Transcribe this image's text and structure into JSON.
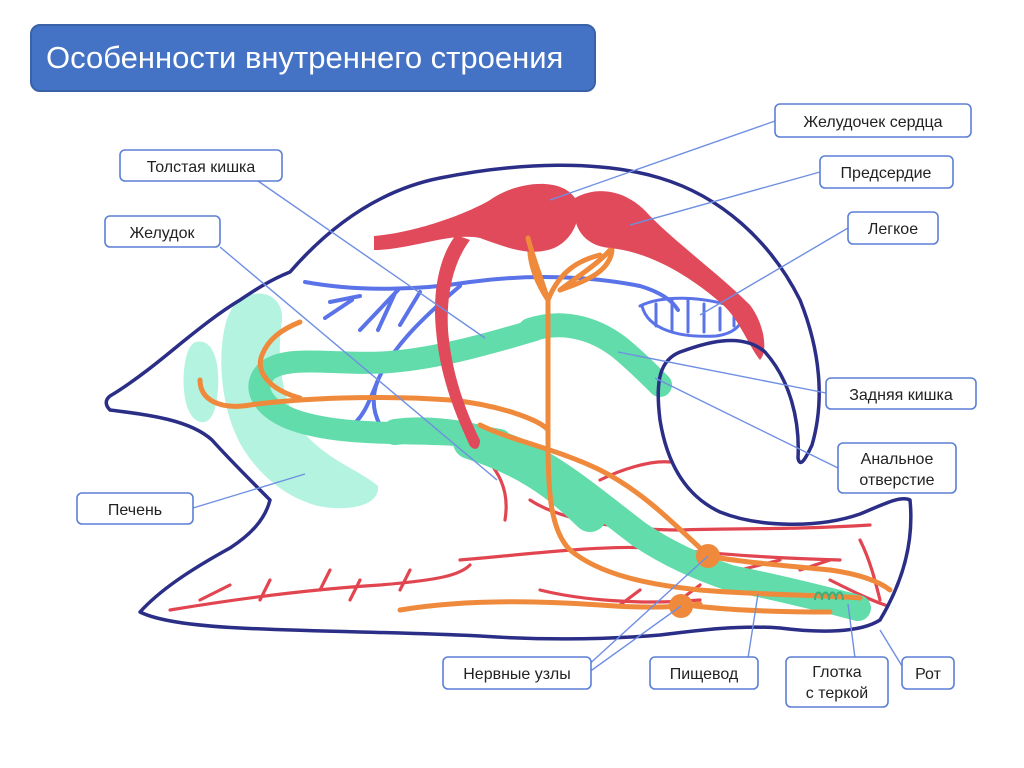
{
  "title": "Особенности внутреннего строения",
  "labels": {
    "ventricle": "Желудочек сердца",
    "atrium": "Предсердие",
    "lung": "Легкое",
    "large_intestine": "Толстая кишка",
    "stomach": "Желудок",
    "hindgut": "Задняя кишка",
    "anus_line1": "Анальное",
    "anus_line2": "отверстие",
    "liver": "Печень",
    "ganglia": "Нервные узлы",
    "esophagus": "Пищевод",
    "pharynx_line1": "Глотка",
    "pharynx_line2": "с теркой",
    "mouth": "Рот"
  },
  "colors": {
    "title_bg": "#4472c4",
    "outline": "#2b2e86",
    "heart": "#e04a5a",
    "vessels": "#e14550",
    "nerves": "#ef8a3c",
    "gut": "#62dcaa",
    "liver": "#b3f3e0",
    "veins_blue": "#5b73e8",
    "label_border": "#5b7fd6"
  }
}
